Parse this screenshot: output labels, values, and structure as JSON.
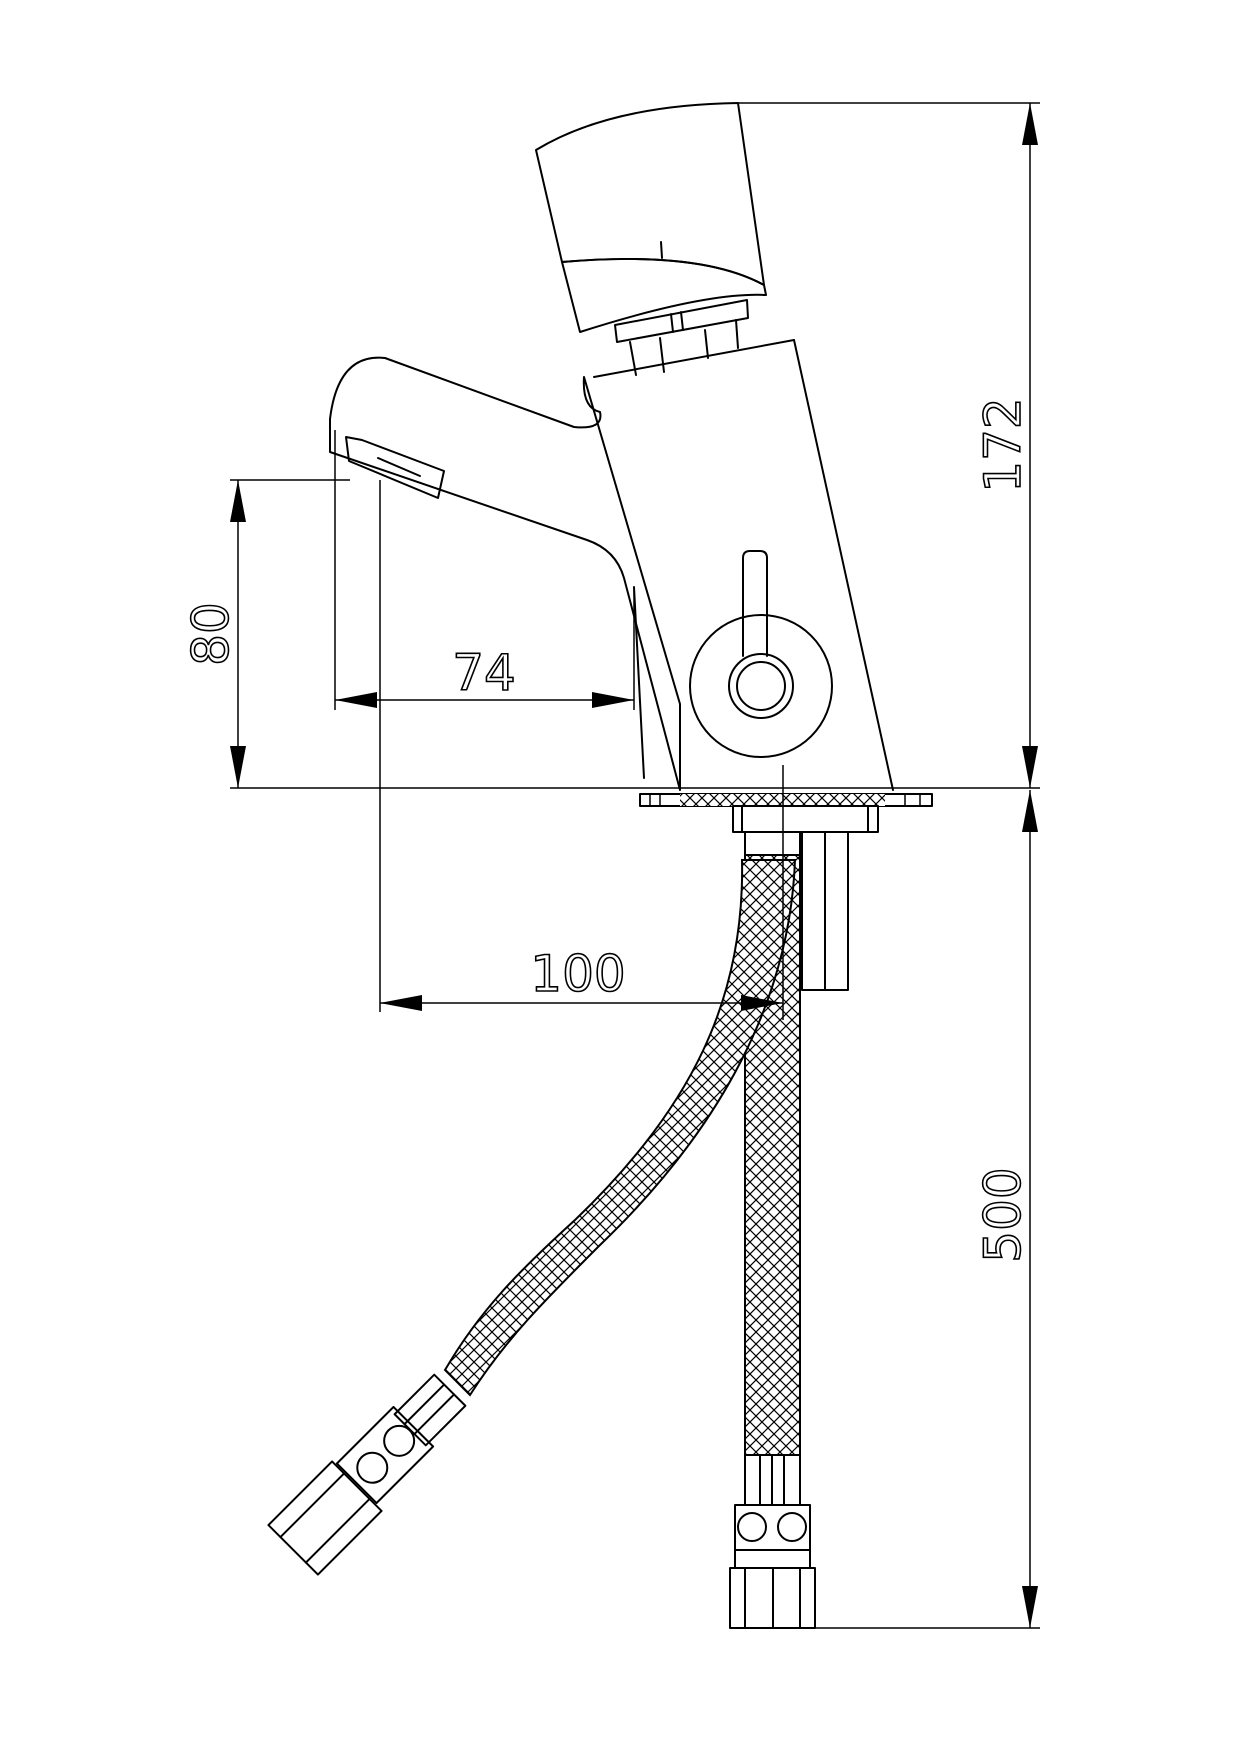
{
  "drawing": {
    "subject": "faucet",
    "units": "mm",
    "dimensions": {
      "overall_height": "172",
      "spout_height": "80",
      "spout_reach": "74",
      "hose_offset": "100",
      "hose_length": "500"
    }
  }
}
